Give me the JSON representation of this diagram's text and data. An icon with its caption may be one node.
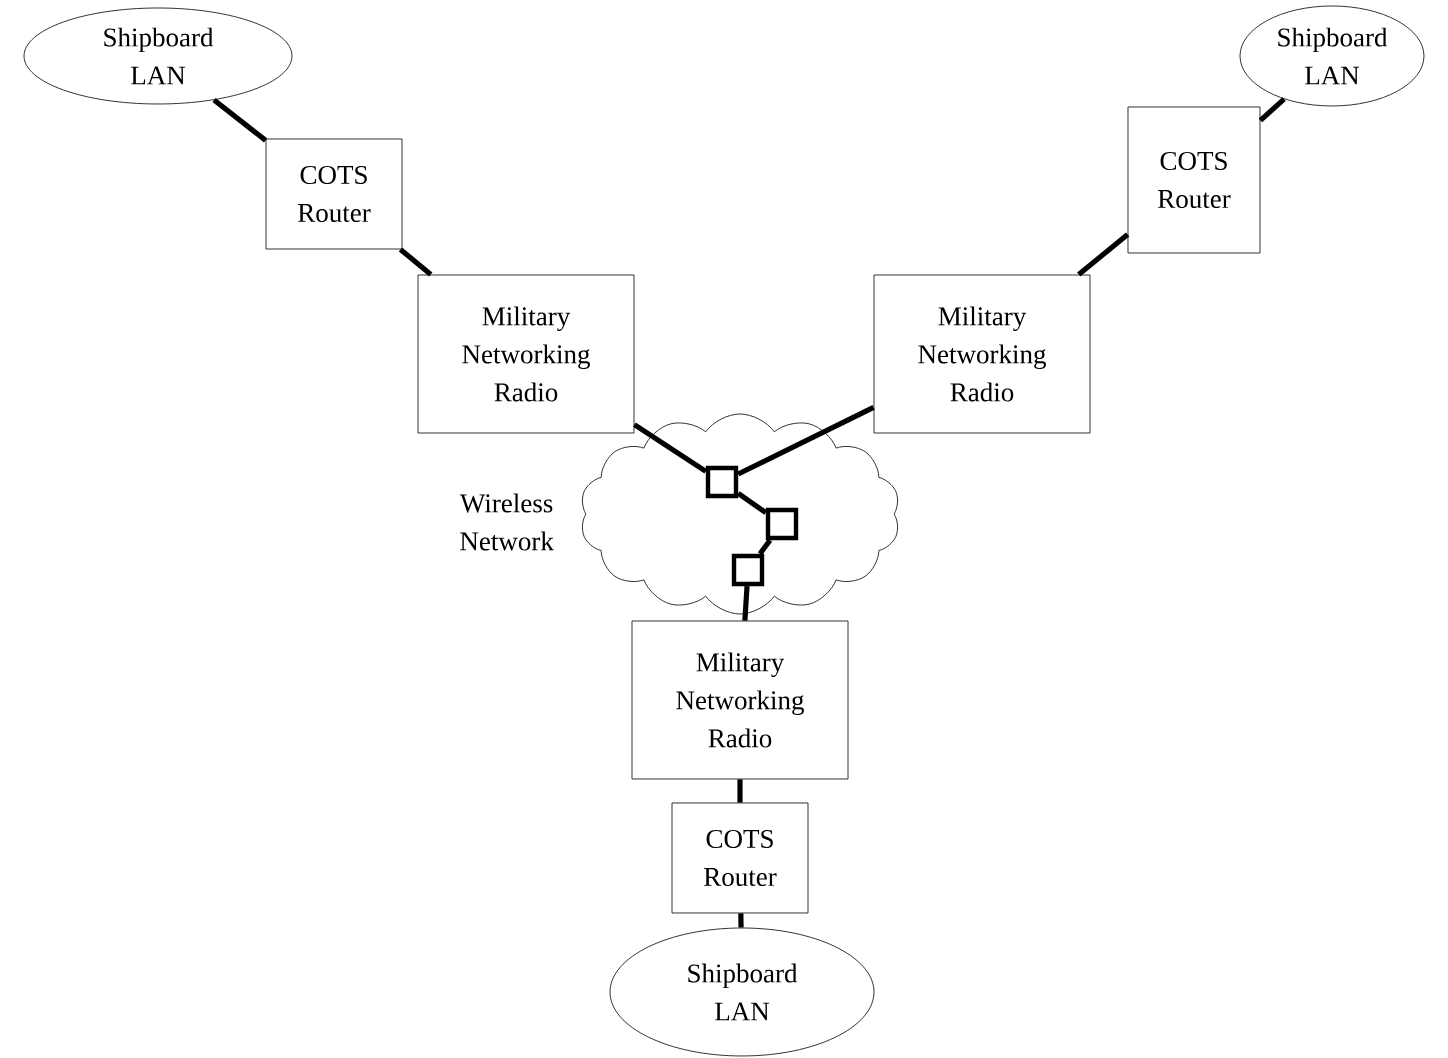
{
  "diagram": {
    "nodes": [
      {
        "text": [
          "Shipboard LAN"
        ]
      },
      {
        "text": [
          "COTS Router"
        ]
      },
      {
        "text": [
          "Military Networking Radio"
        ]
      },
      {
        "text": [
          "Shipboard LAN"
        ]
      },
      {
        "text": [
          "COTS Router"
        ]
      },
      {
        "text": [
          "Military Networking Radio"
        ]
      },
      {
        "text": [
          "Wireless Network"
        ]
      },
      {
        "text": [],
        "shape": "box",
        "in": 6
      },
      {
        "text": [],
        "shape": "box",
        "in": 6
      },
      {
        "text": [],
        "shape": "box",
        "in": 6
      },
      {
        "text": [
          "Military Networking Radio"
        ]
      },
      {
        "text": [
          "COTS Router"
        ]
      },
      {
        "text": [
          "Shipboard LAN"
        ]
      }
    ],
    "edges": [
      {
        "from": 0,
        "to": 1,
        "arrow": "none"
      },
      {
        "from": 1,
        "to": 2,
        "arrow": "none"
      },
      {
        "from": 2,
        "to": 7,
        "arrow": "none"
      },
      {
        "from": 3,
        "to": 4,
        "arrow": "none"
      },
      {
        "from": 4,
        "to": 5,
        "arrow": "none"
      },
      {
        "from": 5,
        "to": 7,
        "arrow": "none"
      },
      {
        "from": 7,
        "to": 8,
        "arrow": "none"
      },
      {
        "from": 8,
        "to": 9,
        "arrow": "none"
      },
      {
        "from": 9,
        "to": 10,
        "arrow": "none"
      },
      {
        "from": 10,
        "to": 11,
        "arrow": "none"
      },
      {
        "from": 11,
        "to": 12,
        "arrow": "none"
      }
    ]
  }
}
